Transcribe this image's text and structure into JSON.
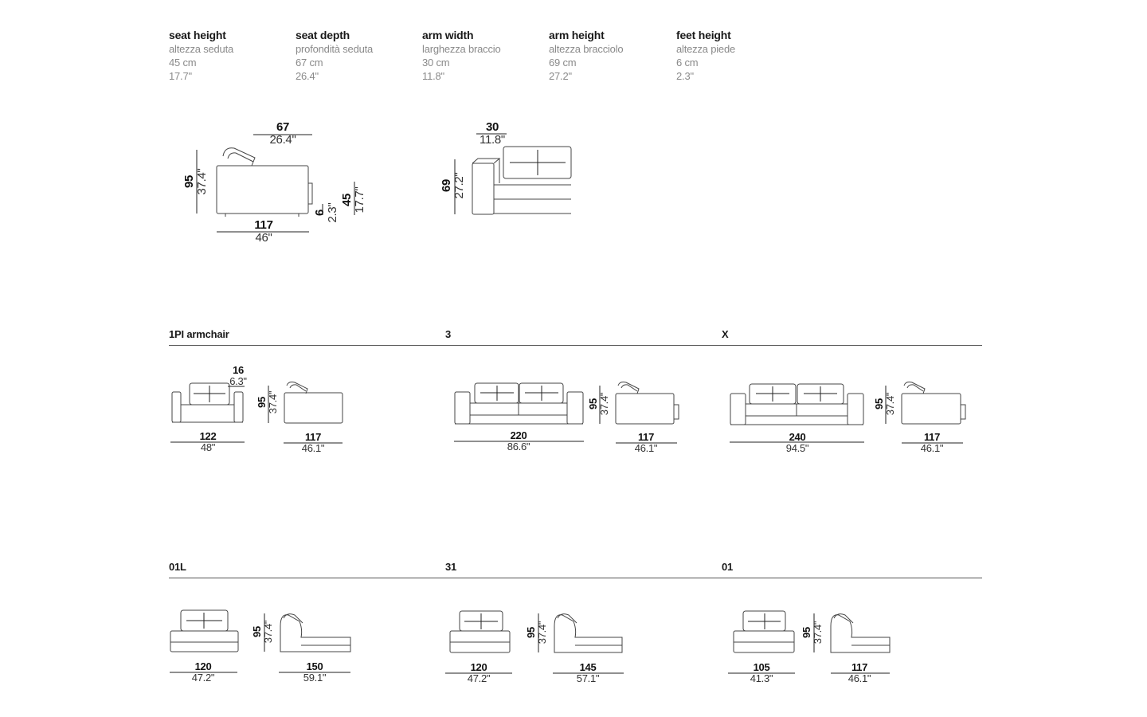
{
  "specs": [
    {
      "en": "seat height",
      "it": "altezza seduta",
      "cm": "45 cm",
      "in": "17.7\""
    },
    {
      "en": "seat depth",
      "it": "profondità seduta",
      "cm": "67 cm",
      "in": "26.4\""
    },
    {
      "en": "arm width",
      "it": "larghezza braccio",
      "cm": "30 cm",
      "in": "11.8\""
    },
    {
      "en": "arm height",
      "it": "altezza bracciolo",
      "cm": "69 cm",
      "in": "27.2\""
    },
    {
      "en": "feet height",
      "it": "altezza piede",
      "cm": "6 cm",
      "in": "2.3\""
    }
  ],
  "detail": {
    "side": {
      "depth_cm": "67",
      "depth_in": "26.4\"",
      "height_cm": "95",
      "height_in": "37.4\"",
      "length_cm": "117",
      "length_in": "46\"",
      "feet_cm": "6",
      "feet_in": "2.3\"",
      "seat_cm": "45",
      "seat_in": "17.7\""
    },
    "arm": {
      "width_cm": "30",
      "width_in": "11.8\"",
      "height_cm": "69",
      "height_in": "27.2\""
    }
  },
  "sections": {
    "s1": "1PI armchair",
    "s2": "3",
    "s3": "X",
    "s4": "01L",
    "s5": "31",
    "s6": "01"
  },
  "row1": [
    {
      "front_w_cm": "122",
      "front_w_in": "48\"",
      "extra_cm": "16",
      "extra_in": "6.3\"",
      "h_cm": "95",
      "h_in": "37.4\"",
      "side_w_cm": "117",
      "side_w_in": "46.1\""
    },
    {
      "front_w_cm": "220",
      "front_w_in": "86.6\"",
      "h_cm": "95",
      "h_in": "37.4\"",
      "side_w_cm": "117",
      "side_w_in": "46.1\""
    },
    {
      "front_w_cm": "240",
      "front_w_in": "94.5\"",
      "h_cm": "95",
      "h_in": "37.4\"",
      "side_w_cm": "117",
      "side_w_in": "46.1\""
    }
  ],
  "row2": [
    {
      "front_w_cm": "120",
      "front_w_in": "47.2\"",
      "h_cm": "95",
      "h_in": "37.4\"",
      "side_w_cm": "150",
      "side_w_in": "59.1\""
    },
    {
      "front_w_cm": "120",
      "front_w_in": "47.2\"",
      "h_cm": "95",
      "h_in": "37.4\"",
      "side_w_cm": "145",
      "side_w_in": "57.1\""
    },
    {
      "front_w_cm": "105",
      "front_w_in": "41.3\"",
      "h_cm": "95",
      "h_in": "37.4\"",
      "side_w_cm": "117",
      "side_w_in": "46.1\""
    }
  ]
}
